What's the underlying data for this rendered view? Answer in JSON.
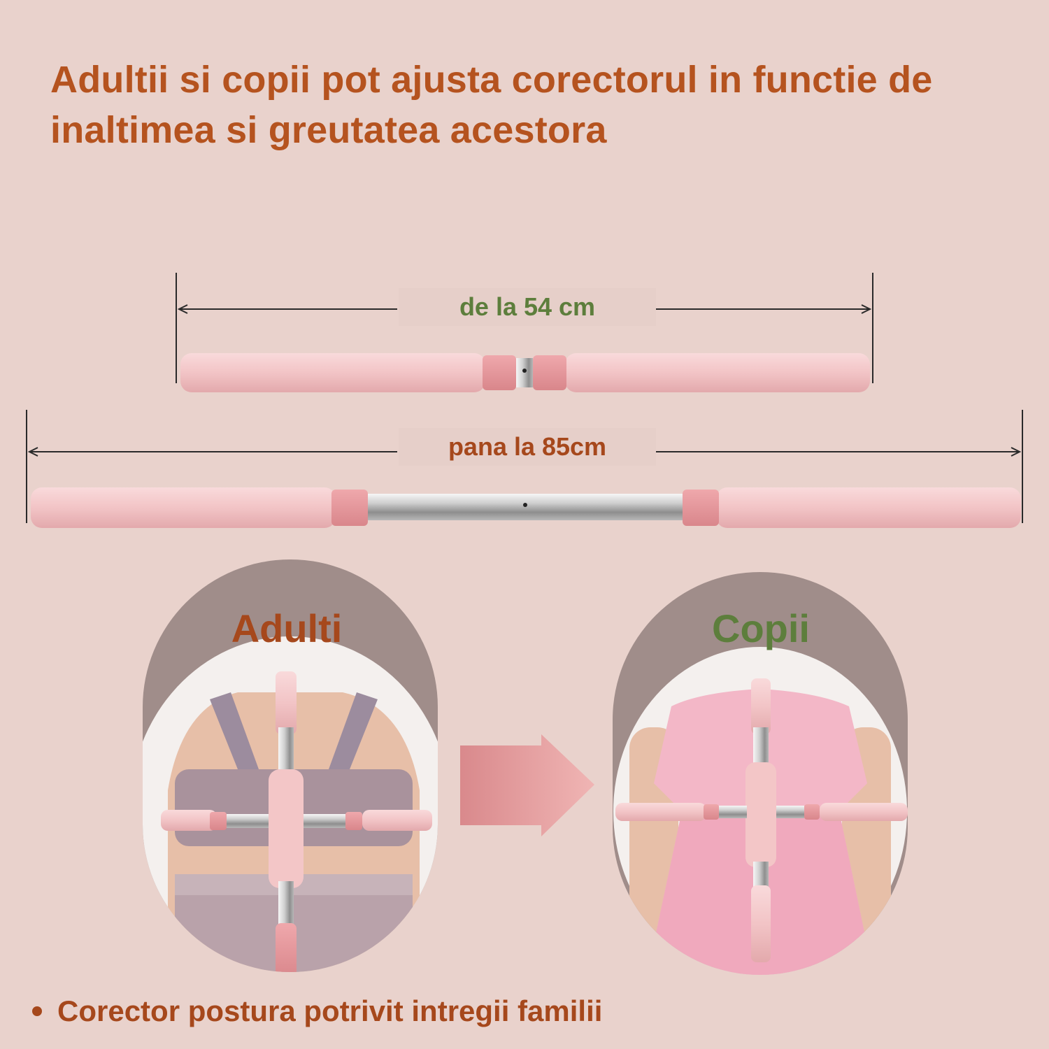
{
  "headline": "Adultii si copii pot ajusta corectorul in functie de inaltimea si greutatea acestora",
  "measure_min_label": "de la 54 cm",
  "measure_max_label": "pana la 85cm",
  "adult_title": "Adulti",
  "child_title": "Copii",
  "bullet_text": "Corector postura potrivit intregii familii",
  "colors": {
    "background": "#e9d2cc",
    "headline": "#b5531f",
    "accent_green": "#5d7e3c",
    "bar_pink": "#f2c4c6"
  },
  "icons": [
    "arrow-right-icon",
    "bullet-dot-icon"
  ]
}
